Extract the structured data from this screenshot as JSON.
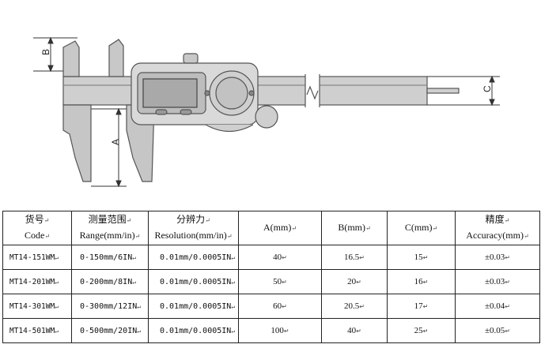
{
  "diagram": {
    "dimension_labels": {
      "a": "A",
      "b": "B",
      "c": "C"
    }
  },
  "table": {
    "headers": [
      {
        "line1": "货号",
        "line2": "Code"
      },
      {
        "line1": "测量范围",
        "line2": "Range(mm/in)"
      },
      {
        "line1": "分辨力",
        "line2": "Resolution(mm/in)"
      },
      {
        "line1": "A(mm)",
        "line2": ""
      },
      {
        "line1": "B(mm)",
        "line2": ""
      },
      {
        "line1": "C(mm)",
        "line2": ""
      },
      {
        "line1": "精度",
        "line2": "Accuracy(mm)"
      }
    ],
    "rows": [
      {
        "code": "MT14-151WM",
        "range": "0-150mm/6IN",
        "resolution": "0.01mm/0.0005IN",
        "a": "40",
        "b": "16.5",
        "c": "15",
        "accuracy": "±0.03"
      },
      {
        "code": "MT14-201WM",
        "range": "0-200mm/8IN",
        "resolution": "0.01mm/0.0005IN",
        "a": "50",
        "b": "20",
        "c": "16",
        "accuracy": "±0.03"
      },
      {
        "code": "MT14-301WM",
        "range": "0-300mm/12IN",
        "resolution": "0.01mm/0.0005IN",
        "a": "60",
        "b": "20.5",
        "c": "17",
        "accuracy": "±0.04"
      },
      {
        "code": "MT14-501WM",
        "range": "0-500mm/20IN",
        "resolution": "0.01mm/0.0005IN",
        "a": "100",
        "b": "40",
        "c": "25",
        "accuracy": "±0.05"
      }
    ],
    "mark": "↵"
  }
}
